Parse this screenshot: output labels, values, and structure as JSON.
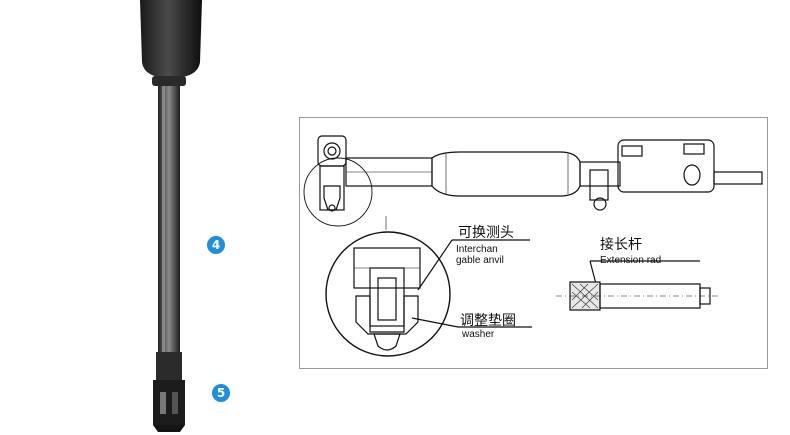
{
  "badges": {
    "b4": "4",
    "b5": "5"
  },
  "diagram": {
    "label_anvil_cn": "可换测头",
    "label_anvil_en_1": "Interchan",
    "label_anvil_en_2": "gable anvil",
    "label_washer_cn": "调整垫圈",
    "label_washer_en": "washer",
    "label_rod_cn": "接长杆",
    "label_rod_en": "Extension rad"
  },
  "colors": {
    "badge": "#1e8fe0",
    "line": "#111111",
    "gray": "#c8c8c8"
  }
}
